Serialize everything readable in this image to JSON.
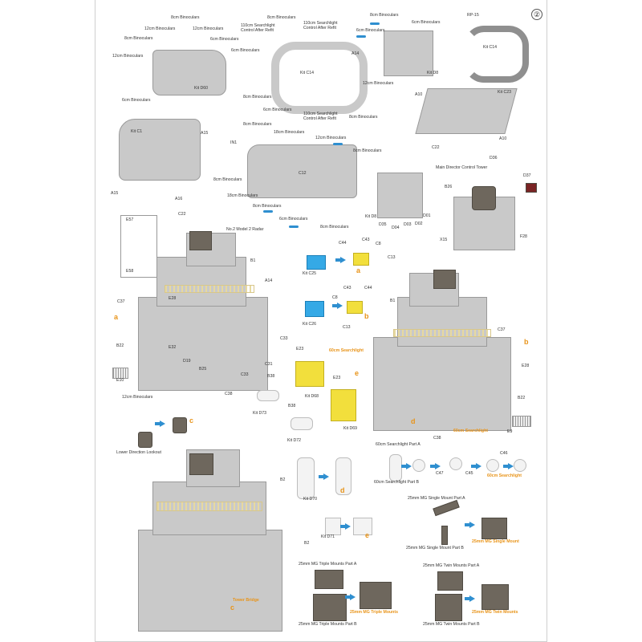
{
  "page_number": "②",
  "d60": [
    "8cm Binoculars",
    "12cm Binoculars",
    "12cm Binoculars",
    "8cm Binoculars",
    "6cm Binoculars",
    "12cm Binoculars",
    "Kit D60",
    "6cm Binoculars"
  ],
  "c14": [
    "8cm Binoculars",
    "110cm Searchlight",
    "Control After Refit",
    "110cm Searchlight",
    "Control After Refit",
    "6cm Binoculars",
    "A14",
    "Kit C14",
    "8cm Binoculars",
    "6cm Binoculars",
    "110cm Searchlight",
    "Control After Refit",
    "8cm Binoculars"
  ],
  "d8": [
    "8cm Binoculars",
    "6cm Binoculars",
    "6cm Binoculars",
    "12cm Binoculars",
    "Kit D8",
    "RP-15",
    "Kit C14"
  ],
  "c23": [
    "A10",
    "Kit C23",
    "A10",
    "C22"
  ],
  "c1": [
    "Kit C1",
    "A15",
    "A15",
    "A16",
    "C22"
  ],
  "c12": [
    "8cm Binoculars",
    "18cm Binoculars",
    "12cm Binoculars",
    "IN1",
    "8cm Binoculars",
    "C12",
    "8cm Binoculars",
    "18cm Binoculars",
    "8cm Binoculars",
    "6cm Binoculars",
    "8cm Binoculars",
    "No.2 Model 2 Radar"
  ],
  "d8b": [
    "Kit D8",
    "D35",
    "D04",
    "D03",
    "D02",
    "D01"
  ],
  "director": [
    "Main Director Control Tower",
    "D36",
    "D37",
    "B26",
    "X15",
    "F28"
  ],
  "inset": [
    "E57",
    "E58"
  ],
  "left_tower": [
    "B1",
    "A14",
    "C37",
    "a",
    "E28",
    "B22",
    "E10",
    "C33",
    "C31",
    "C33",
    "C38",
    "E32",
    "D19",
    "B25"
  ],
  "kit_c25": [
    "C44",
    "C43",
    "C8",
    "C13",
    "Kit C25",
    "a"
  ],
  "kit_c26": [
    "C43",
    "C44",
    "C8",
    "Kit C26",
    "C13",
    "b"
  ],
  "ladders": [
    "E23",
    "B38",
    "Kit D68",
    "Kit D73",
    "E23",
    "B38",
    "Kit D69",
    "Kit D72"
  ],
  "right_tower": [
    "B1",
    "60cm Searchlight",
    "C37",
    "b",
    "e",
    "E28",
    "B22",
    "d",
    "C38",
    "60cm Searchlight",
    "E9"
  ],
  "lookout": [
    "12cm Binoculars",
    "c",
    "Lower Direction Lookout"
  ],
  "d70": [
    "B2",
    "d",
    "Kit D70"
  ],
  "d71": [
    "B2",
    "Kit D71",
    "e"
  ],
  "searchlight": [
    "60cm Searchlight Part A",
    "60cm Searchlight Part B",
    "C47",
    "C45",
    "C46",
    "60cm Searchlight"
  ],
  "single": [
    "25mm MG Single Mount Part A",
    "25mm MG Single Mount Part B",
    "25mm MG Single Mount"
  ],
  "triple": [
    "25mm MG Triple Mounts Part A",
    "25mm MG Triple Mounts Part B",
    "25mm MG Triple Mounts"
  ],
  "twin": [
    "25mm MG Twin Mounts Part A",
    "25mm MG Twin Mounts Part B",
    "25mm MG Twin Mounts"
  ],
  "bridge": [
    "Tower Bridge",
    "c"
  ],
  "colors": {
    "accent": "#e8941a",
    "arrow": "#2f8fd0",
    "hull": "#c9c9c9",
    "metal": "#6e675d",
    "brass": "#e7d9a0"
  }
}
